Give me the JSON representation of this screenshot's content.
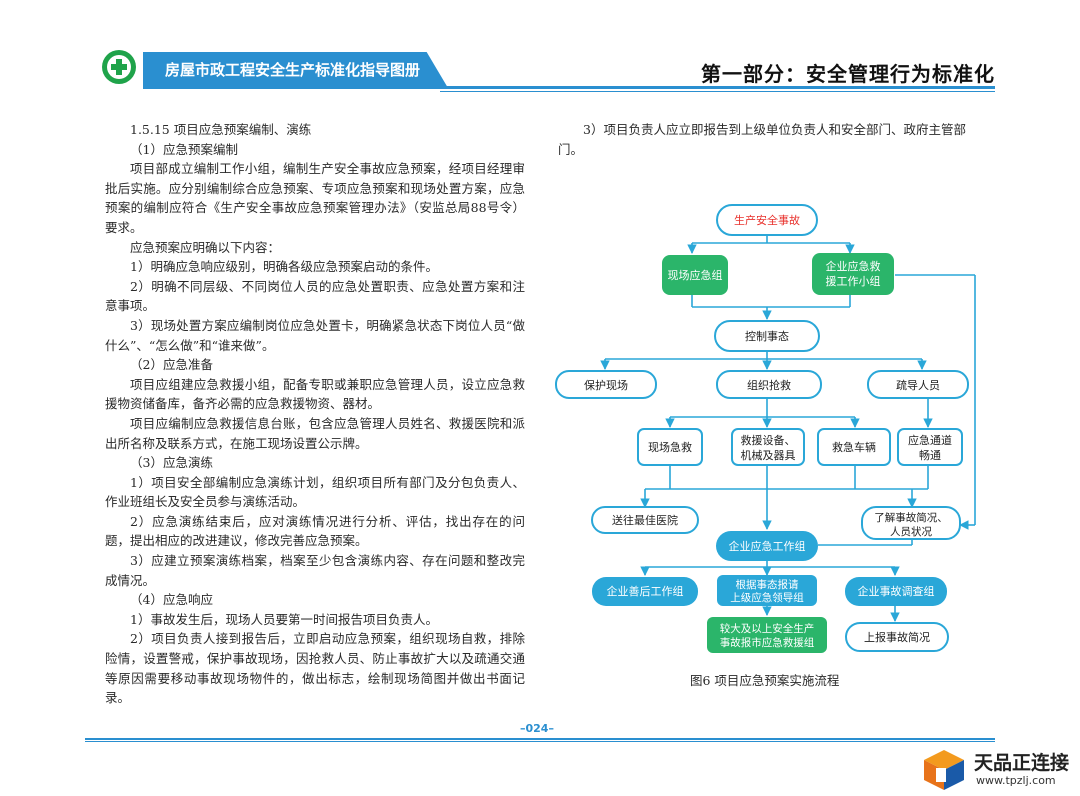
{
  "header": {
    "banner_title": "房屋市政工程安全生产标准化指导图册",
    "part_title": "第一部分：安全管理行为标准化",
    "brand_color": "#2a8fd0",
    "logo_color": "#1fa34a"
  },
  "left": {
    "lines": [
      {
        "text": "1.5.15 项目应急预案编制、演练",
        "cls": "i1"
      },
      {
        "text": "（1）应急预案编制",
        "cls": "i2"
      },
      {
        "text": "项目部成立编制工作小组，编制生产安全事故应急预案，经项目经理审批后实施。应分别编制综合应急预案、专项应急预案和现场处置方案，应急预案的编制应符合《生产安全事故应急预案管理办法》（安监总局88号令）要求。",
        "cls": "i2"
      },
      {
        "text": "应急预案应明确以下内容：",
        "cls": "i2"
      },
      {
        "text": "1）明确应急响应级别，明确各级应急预案启动的条件。",
        "cls": "i2"
      },
      {
        "text": "2）明确不同层级、不同岗位人员的应急处置职责、应急处置方案和注意事项。",
        "cls": "i2"
      },
      {
        "text": "3）现场处置方案应编制岗位应急处置卡，明确紧急状态下岗位人员“做什么”、“怎么做”和“谁来做”。",
        "cls": "i2"
      },
      {
        "text": "（2）应急准备",
        "cls": "i2"
      },
      {
        "text": "项目应组建应急救援小组，配备专职或兼职应急管理人员，设立应急救援物资储备库，备齐必需的应急救援物资、器材。",
        "cls": "i2"
      },
      {
        "text": "项目应编制应急救援信息台账，包含应急管理人员姓名、救援医院和派出所名称及联系方式，在施工现场设置公示牌。",
        "cls": "i2"
      },
      {
        "text": "（3）应急演练",
        "cls": "i2"
      },
      {
        "text": "1）项目安全部编制应急演练计划，组织项目所有部门及分包负责人、作业班组长及安全员参与演练活动。",
        "cls": "i2"
      },
      {
        "text": "2）应急演练结束后，应对演练情况进行分析、评估，找出存在的问题，提出相应的改进建议，修改完善应急预案。",
        "cls": "i2"
      },
      {
        "text": "3）应建立预案演练档案，档案至少包含演练内容、存在问题和整改完成情况。",
        "cls": "i2"
      },
      {
        "text": "（4）应急响应",
        "cls": "i2"
      },
      {
        "text": "1）事故发生后，现场人员要第一时间报告项目负责人。",
        "cls": "i2"
      },
      {
        "text": "2）项目负责人接到报告后，立即启动应急预案，组织现场自救，排除险情，设置警戒，保护事故现场，因抢救人员、防止事故扩大以及疏通交通等原因需要移动事故现场物件的，做出标志，绘制现场简图并做出书面记录。",
        "cls": "i2"
      }
    ]
  },
  "right": {
    "intro": "3）项目负责人应立即报告到上级单位负责人和安全部门、政府主管部门。",
    "caption": "图6 项目应急预案实施流程"
  },
  "flow": {
    "n1": "生产安全事故",
    "n2": "现场应急组",
    "n3a": "企业应急救",
    "n3b": "援工作小组",
    "n4": "控制事态",
    "n5": "保护现场",
    "n6": "组织抢救",
    "n7": "疏导人员",
    "n8": "现场急救",
    "n9a": "救援设备、",
    "n9b": "机械及器具",
    "n10": "救急车辆",
    "n11a": "应急通道",
    "n11b": "畅通",
    "n12": "送往最佳医院",
    "n13a": "了解事故简况、",
    "n13b": "人员状况",
    "n14": "企业应急工作组",
    "n15": "企业善后工作组",
    "n16a": "根据事态报请",
    "n16b": "上级应急领导组",
    "n17": "企业事故调查组",
    "n18a": "较大及以上安全生产",
    "n18b": "事故报市应急救援组",
    "n19": "上报事故简况",
    "red": "#e8322d",
    "green": "#2bb56a",
    "cyan": "#2aa7d8"
  },
  "footer": {
    "page": "–024–"
  },
  "watermark": {
    "name": "天品正连接",
    "url": "www.tpzlj.com"
  }
}
